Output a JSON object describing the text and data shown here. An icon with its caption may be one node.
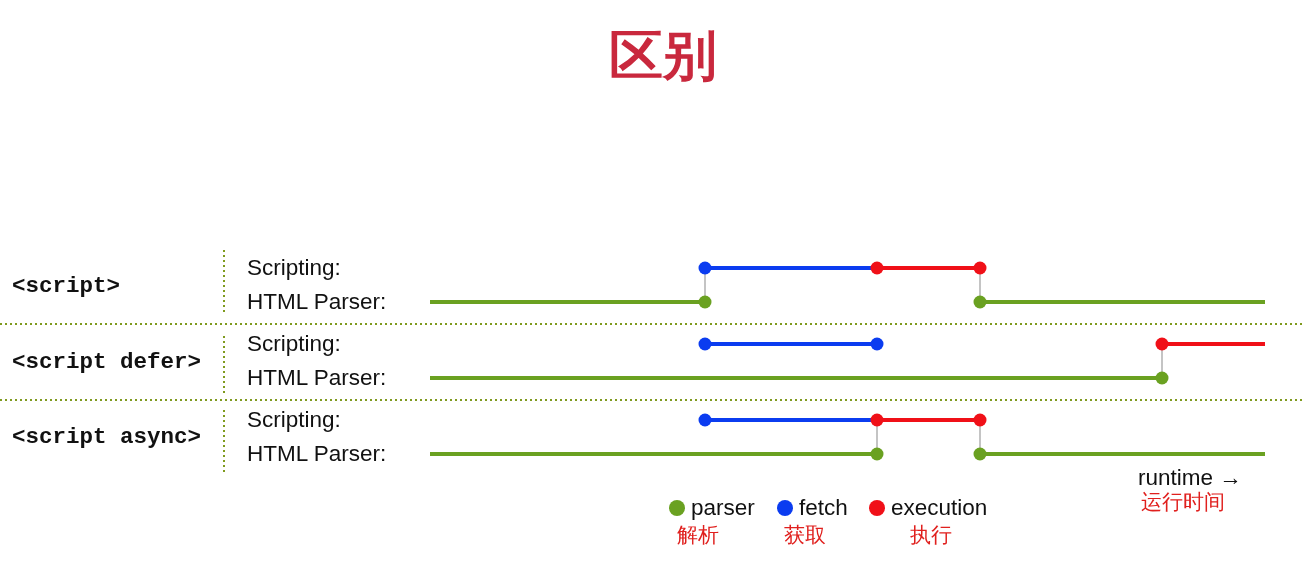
{
  "diagram": {
    "title": "区别",
    "labels": [
      "<script>",
      "Scripting:",
      "HTML Parser:",
      "<script defer>",
      "Scripting:",
      "HTML Parser:",
      "<script async>",
      "Scripting:",
      "HTML Parser:",
      "runtime →",
      "运行时间",
      "解析",
      "获取",
      "执行"
    ],
    "legend": [
      {
        "text": "parser",
        "color": "#6aa121"
      },
      {
        "text": "fetch",
        "color": "#0b3cf0"
      },
      {
        "text": "execution",
        "color": "#f01018"
      }
    ]
  }
}
